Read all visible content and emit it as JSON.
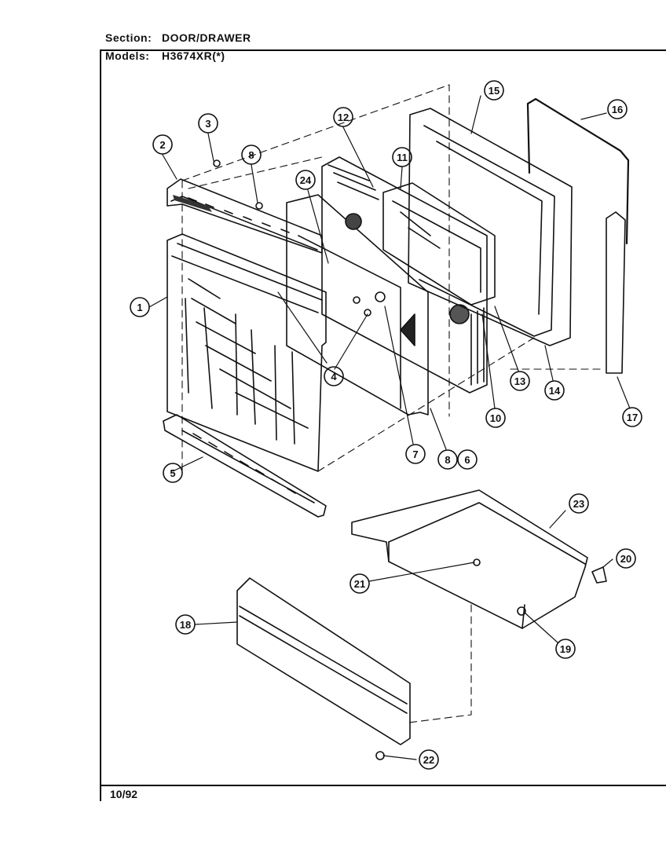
{
  "header": {
    "section_label": "Section:",
    "section_value": "DOOR/DRAWER",
    "models_label": "Models:",
    "models_value": "H3674XR(*)"
  },
  "footer": {
    "date": "10/92"
  },
  "callouts": [
    "1",
    "2",
    "3",
    "8",
    "24",
    "12",
    "11",
    "15",
    "16",
    "17",
    "14",
    "13",
    "10",
    "6",
    "8",
    "7",
    "4",
    "5",
    "23",
    "20",
    "21",
    "19",
    "18",
    "22"
  ]
}
